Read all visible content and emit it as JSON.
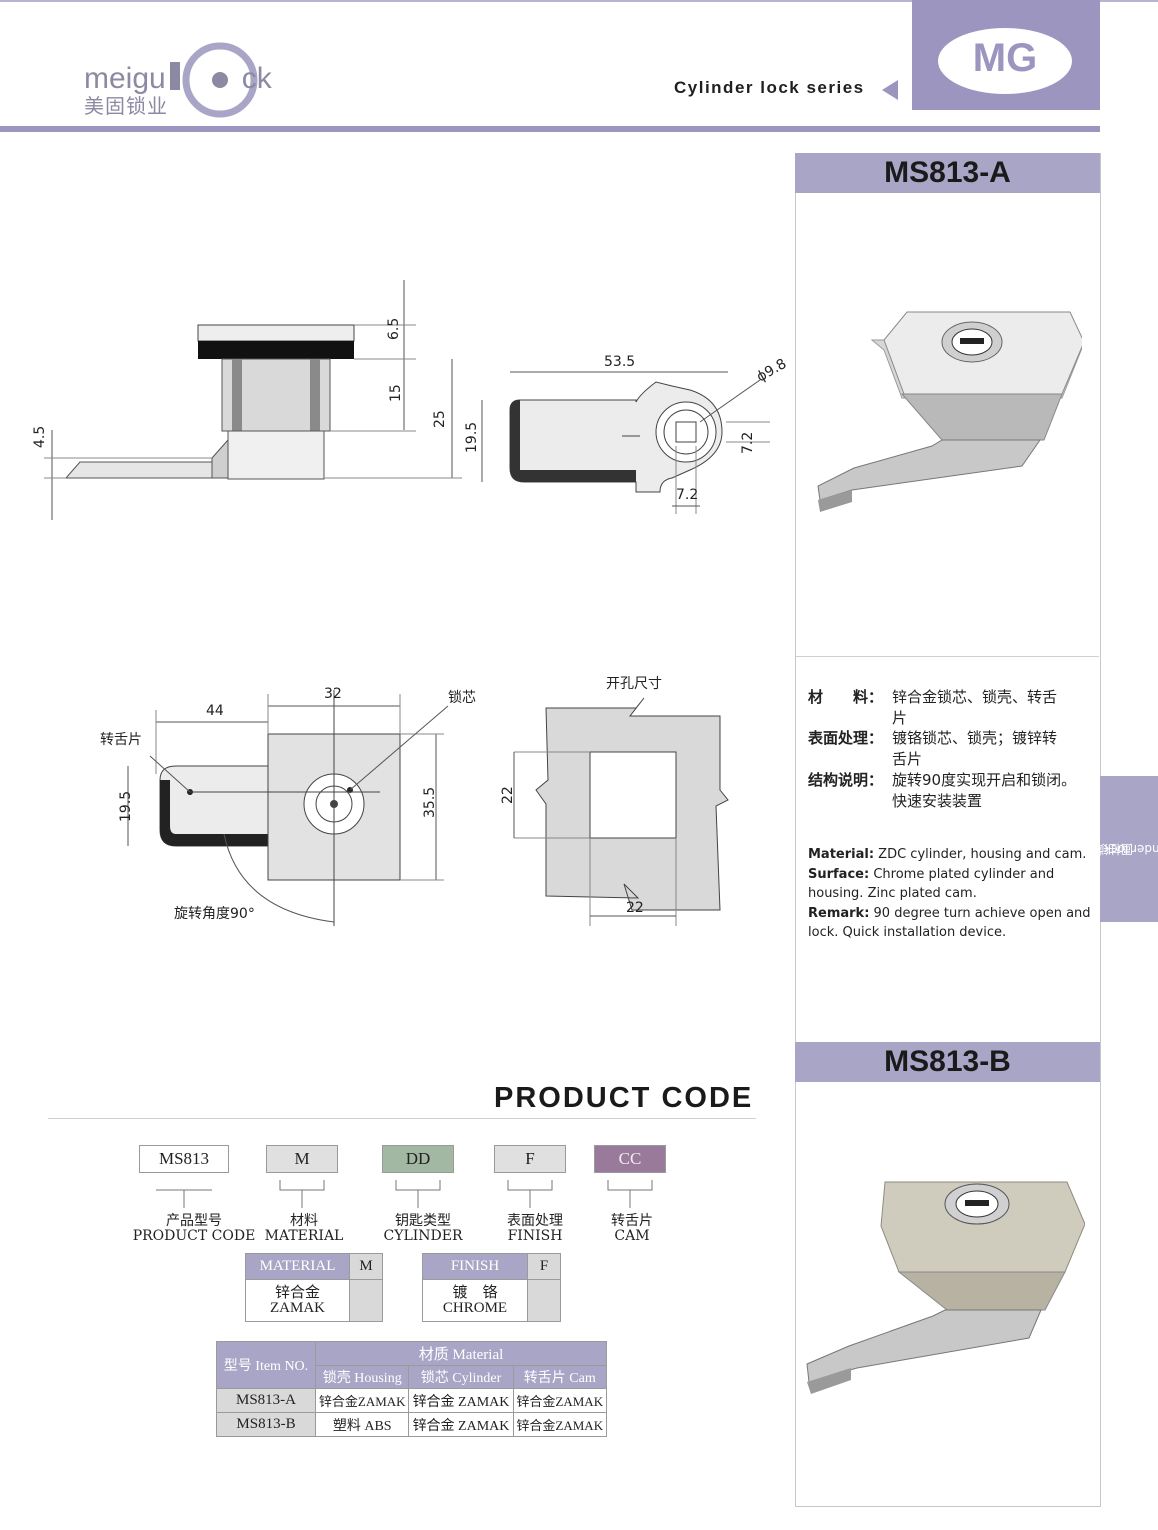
{
  "header": {
    "logo_text": "meigu",
    "logo_text_end": "ck",
    "logo_cn": "美固锁业",
    "series_label": "Cylinder lock series",
    "brand_badge": "MG"
  },
  "side_tab": {
    "cn": "圆柱锁",
    "en": "Cylinder lock"
  },
  "products": [
    {
      "code": "MS813-A"
    },
    {
      "code": "MS813-B"
    }
  ],
  "specs_cn": [
    {
      "key": "材　　料：",
      "line1": "锌合金锁芯、锁壳、转舌",
      "line2": "片"
    },
    {
      "key": "表面处理：",
      "line1": "镀铬锁芯、锁壳；镀锌转",
      "line2": "舌片"
    },
    {
      "key": "结构说明：",
      "line1": "旋转90度实现开启和锁闭。",
      "line2": "快速安装装置"
    }
  ],
  "specs_en": [
    {
      "key": "Material:",
      "text": " ZDC cylinder, housing and cam."
    },
    {
      "key": "Surface:",
      "text": " Chrome plated cylinder and housing. Zinc plated cam."
    },
    {
      "key": "Remark:",
      "text": " 90 degree turn achieve open and lock. Quick installation device."
    }
  ],
  "drawing": {
    "dims_side": [
      "6.5",
      "15",
      "25",
      "4.5"
    ],
    "dims_cam": [
      "53.5",
      "19.5",
      "ϕ9.8",
      "7.2",
      "7.2"
    ],
    "dims_front": [
      "44",
      "32",
      "19.5",
      "35.5"
    ],
    "label_cam": "转舌片",
    "label_cylinder": "锁芯",
    "label_rotation": "旋转角度90°",
    "cutout_title": "开孔尺寸",
    "dims_cutout": [
      "22",
      "22"
    ]
  },
  "product_code": {
    "title": "PRODUCT CODE",
    "boxes": [
      {
        "value": "MS813",
        "cn": "产品型号",
        "en": "PRODUCT CODE",
        "color": "#ffffff"
      },
      {
        "value": "M",
        "cn": "材料",
        "en": "MATERIAL",
        "color": "#e0e0e0"
      },
      {
        "value": "DD",
        "cn": "钥匙类型",
        "en": "CYLINDER",
        "color": "#a3b8a3"
      },
      {
        "value": "F",
        "cn": "表面处理",
        "en": "FINISH",
        "color": "#e0e0e0"
      },
      {
        "value": "CC",
        "cn": "转舌片",
        "en": "CAM",
        "color": "#9a7a9a"
      }
    ],
    "material_table": {
      "header": "MATERIAL",
      "code": "M",
      "cn": "锌合金",
      "en": "ZAMAK"
    },
    "finish_table": {
      "header": "FINISH",
      "code": "F",
      "cn": "镀　铬",
      "en": "CHROME"
    }
  },
  "spec_table": {
    "item_header": "型号 Item NO.",
    "material_header": "材质 Material",
    "columns": [
      "锁壳 Housing",
      "锁芯 Cylinder",
      "转舌片 Cam"
    ],
    "rows": [
      {
        "item": "MS813-A",
        "values": [
          "锌合金ZAMAK",
          "锌合金 ZAMAK",
          "锌合金ZAMAK"
        ]
      },
      {
        "item": "MS813-B",
        "values": [
          "塑料 ABS",
          "锌合金 ZAMAK",
          "锌合金ZAMAK"
        ]
      }
    ]
  }
}
